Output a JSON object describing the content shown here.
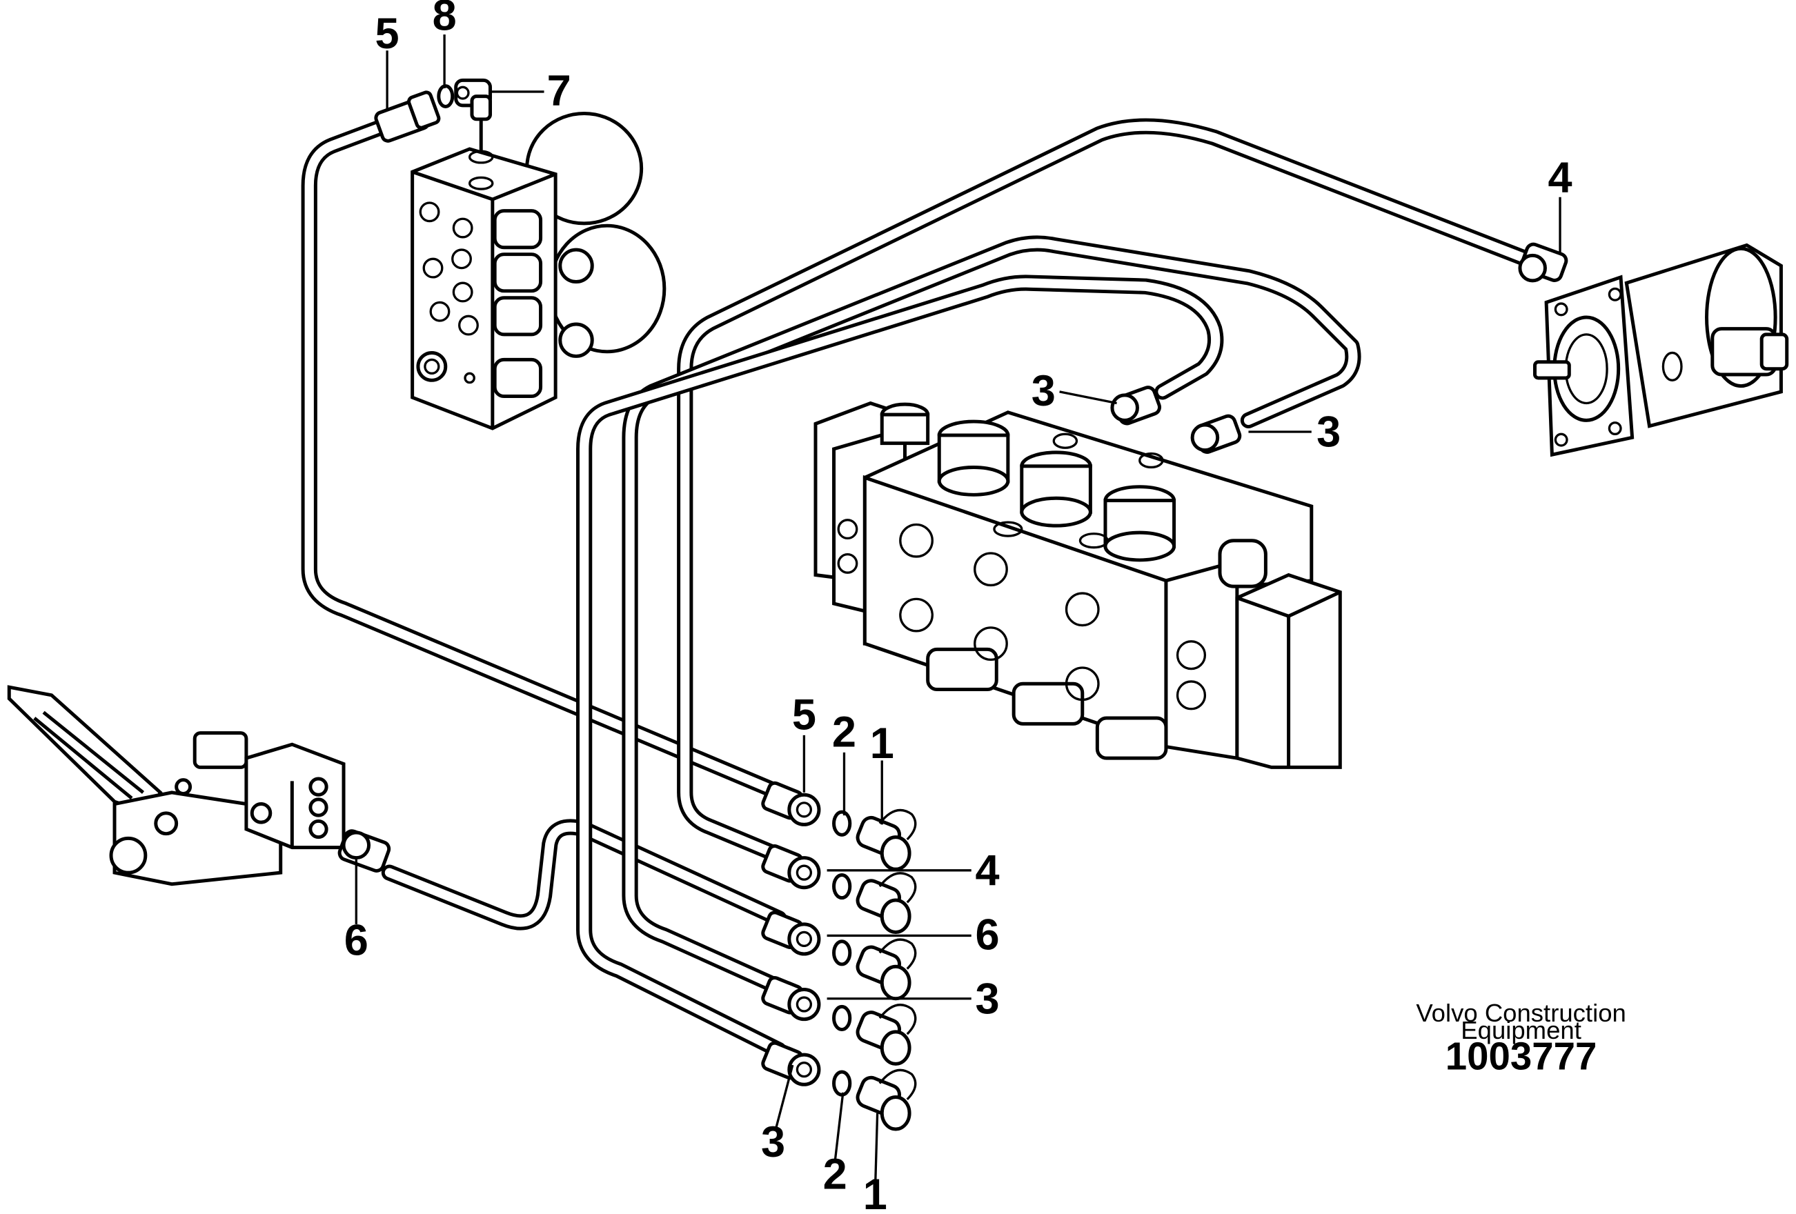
{
  "callouts": [
    {
      "text": "5"
    },
    {
      "text": "8"
    },
    {
      "text": "7"
    },
    {
      "text": "4"
    },
    {
      "text": "3"
    },
    {
      "text": "3"
    },
    {
      "text": "5"
    },
    {
      "text": "2"
    },
    {
      "text": "1"
    },
    {
      "text": "4"
    },
    {
      "text": "6"
    },
    {
      "text": "3"
    },
    {
      "text": "6"
    },
    {
      "text": "3"
    },
    {
      "text": "2"
    },
    {
      "text": "1"
    }
  ],
  "footer": {
    "maker_line1": "Volvo Construction",
    "maker_line2": "Equipment",
    "drawing_number": "1003777"
  }
}
